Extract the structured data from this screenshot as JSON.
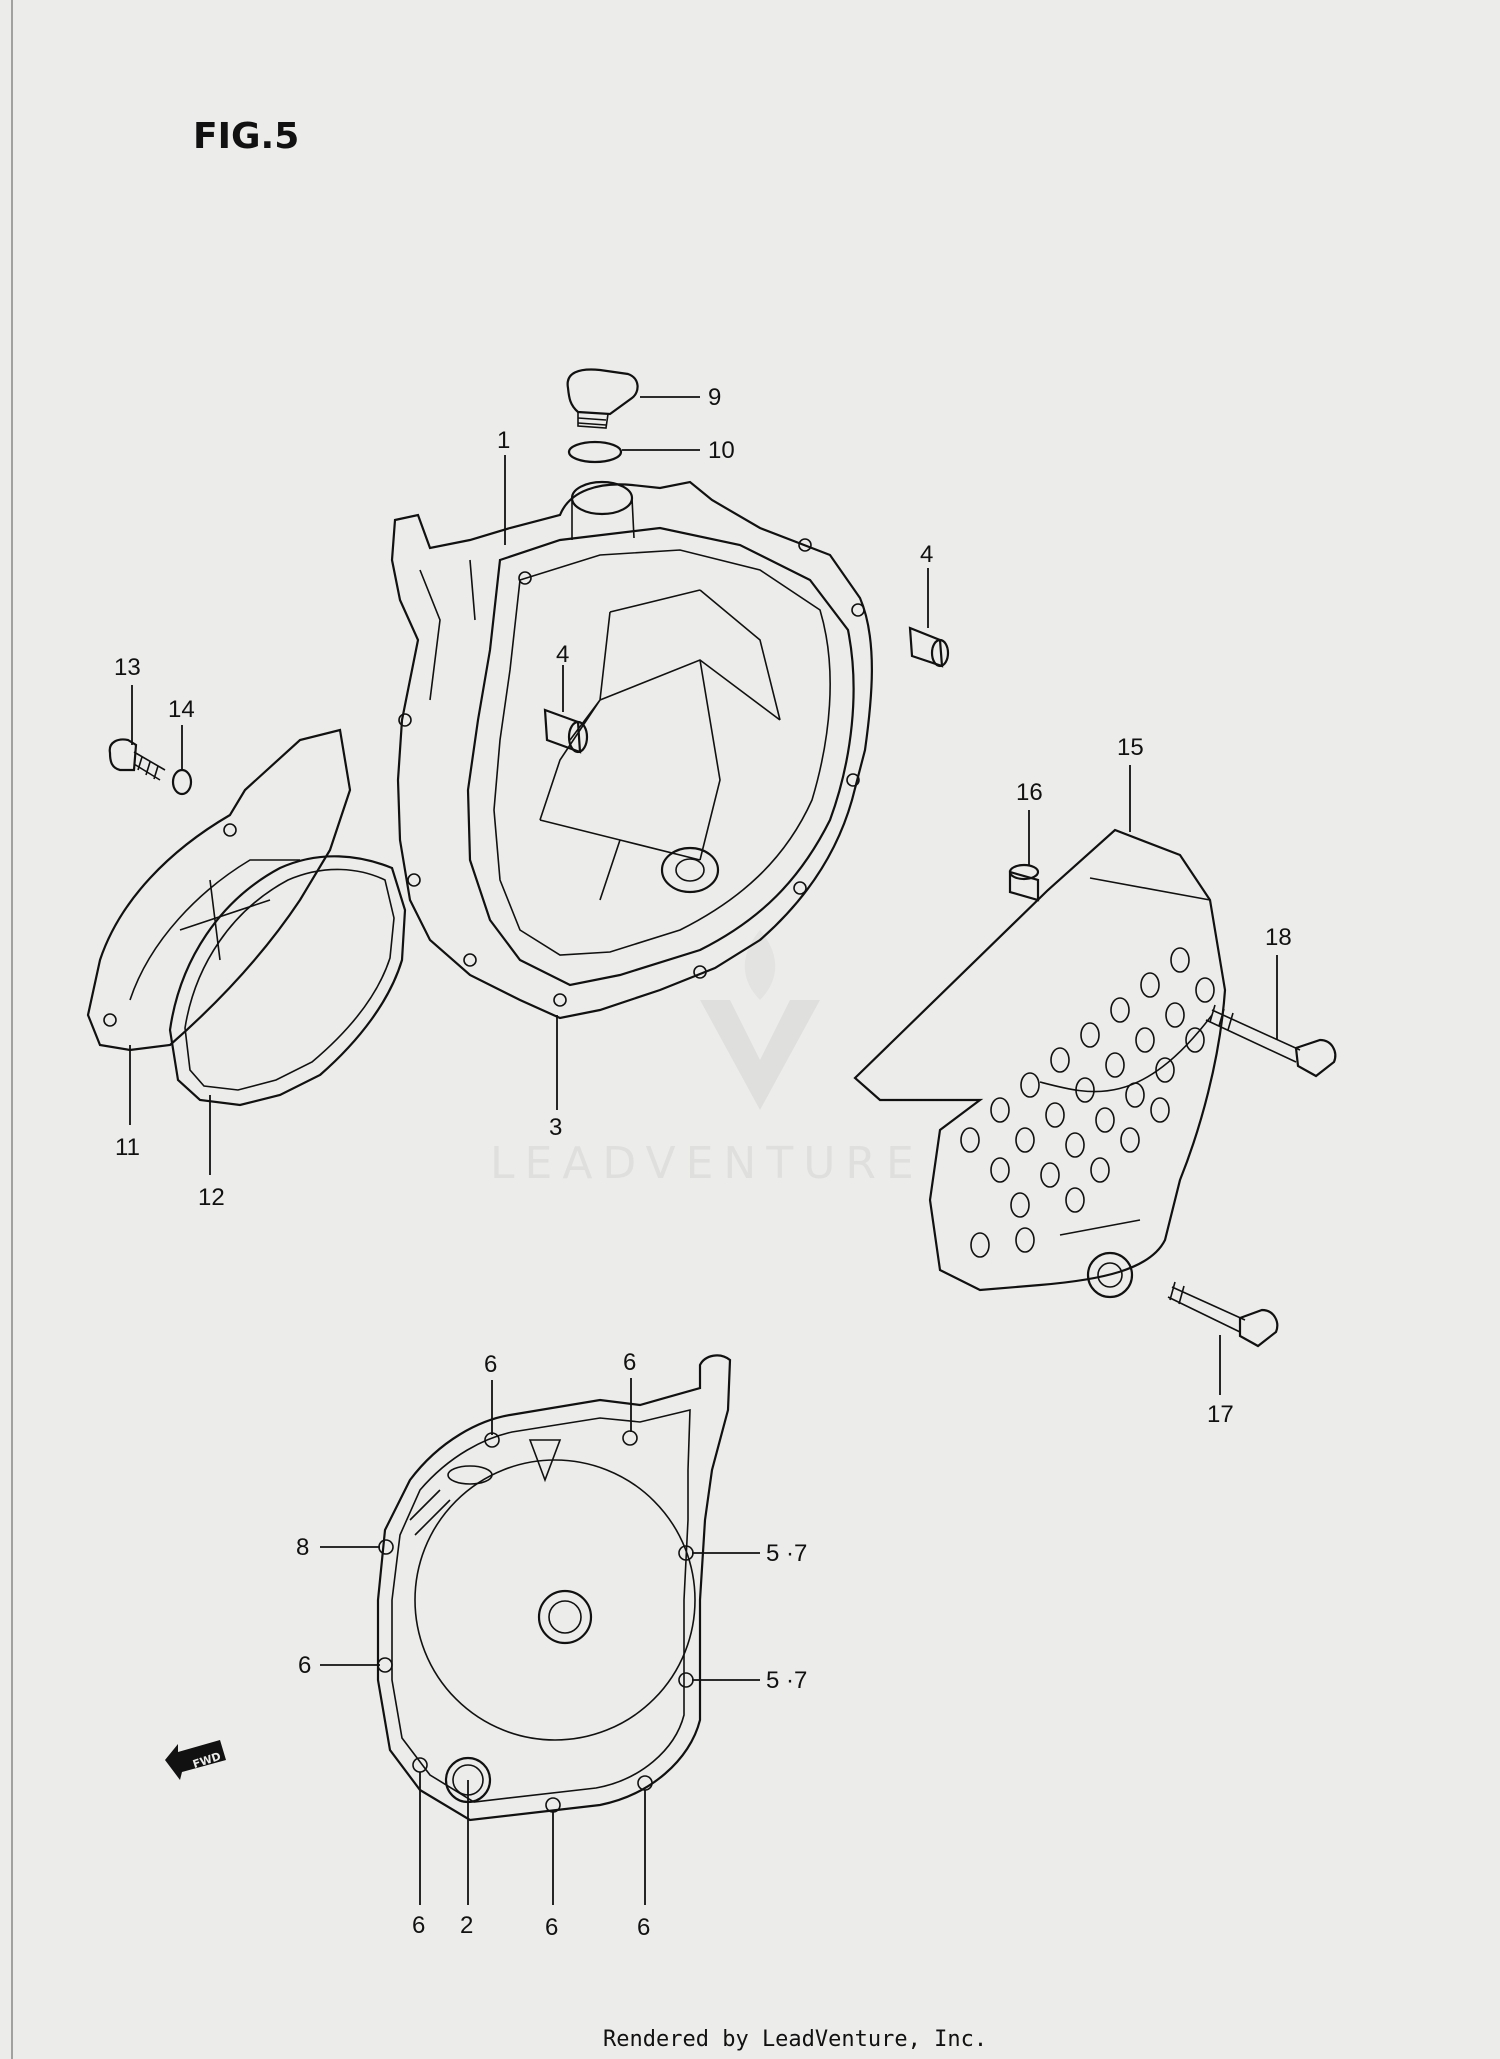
{
  "figure": {
    "title": "FIG.5"
  },
  "watermark": {
    "text": "LEADVENTURE"
  },
  "footer": {
    "text": "Rendered by LeadVenture, Inc."
  },
  "fwd": {
    "text": "FWD"
  },
  "callouts": {
    "c1": "1",
    "c2": "2",
    "c3": "3",
    "c4a": "4",
    "c4b": "4",
    "c5a": "5 ·7",
    "c5b": "5 ·7",
    "c6a": "6",
    "c6b": "6",
    "c6c": "6",
    "c6d": "6",
    "c6e": "6",
    "c6f": "6",
    "c8": "8",
    "c9": "9",
    "c10": "10",
    "c11": "11",
    "c12": "12",
    "c13": "13",
    "c14": "14",
    "c15": "15",
    "c16": "16",
    "c17": "17",
    "c18": "18"
  }
}
